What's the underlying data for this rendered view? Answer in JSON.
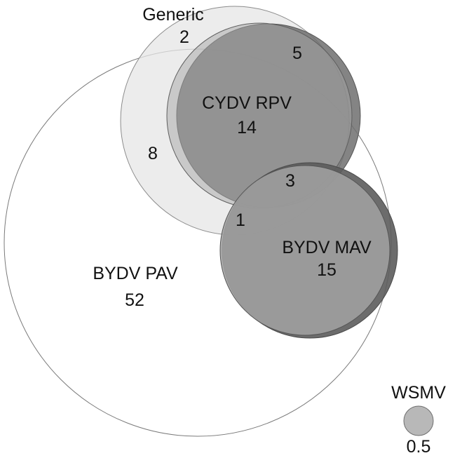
{
  "diagram": {
    "type": "venn",
    "sets": [
      {
        "label": "Generic",
        "value": "2",
        "fill": "#e6e6e6",
        "stroke": "#8c8c8c"
      },
      {
        "label": "BYDV PAV",
        "value": "52",
        "fill": "#ffffff",
        "stroke": "#7a7a7a"
      },
      {
        "label": "CYDV RPV",
        "value": "14",
        "fill": "#a6a6a6",
        "stroke": "#5f5f5f"
      },
      {
        "label": "BYDV MAV",
        "value": "15",
        "fill": "#a0a0a0",
        "stroke": "#555555"
      },
      {
        "label": "WSMV",
        "value": "0.5",
        "fill": "#b8b8b8",
        "stroke": "#6f6f6f"
      }
    ],
    "overlaps": {
      "generic_only": "5",
      "generic_and_pav": "8",
      "rpv_and_mav": "3",
      "pav_generic_mav": "1"
    }
  }
}
